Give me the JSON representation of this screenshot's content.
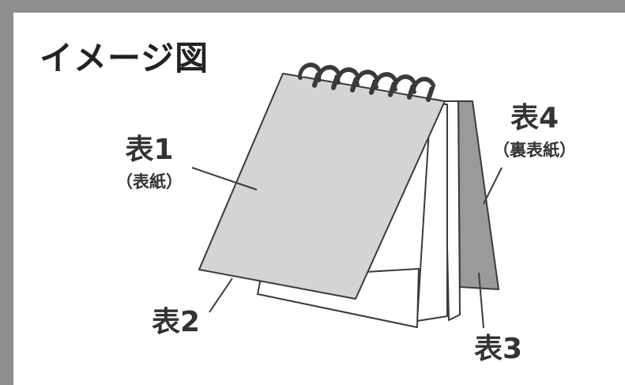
{
  "title": "イメージ図",
  "labels": {
    "cover1": {
      "main": "表1",
      "sub": "（表紙）"
    },
    "cover2": {
      "main": "表2"
    },
    "cover3": {
      "main": "表3"
    },
    "cover4": {
      "main": "表4",
      "sub": "（裏表紙）"
    }
  },
  "colors": {
    "frame": "#8e8e8e",
    "cover_front": "#d4d4d4",
    "cover_back": "#9a9a9a",
    "page": "#ffffff",
    "outline": "#3a3a3a"
  }
}
